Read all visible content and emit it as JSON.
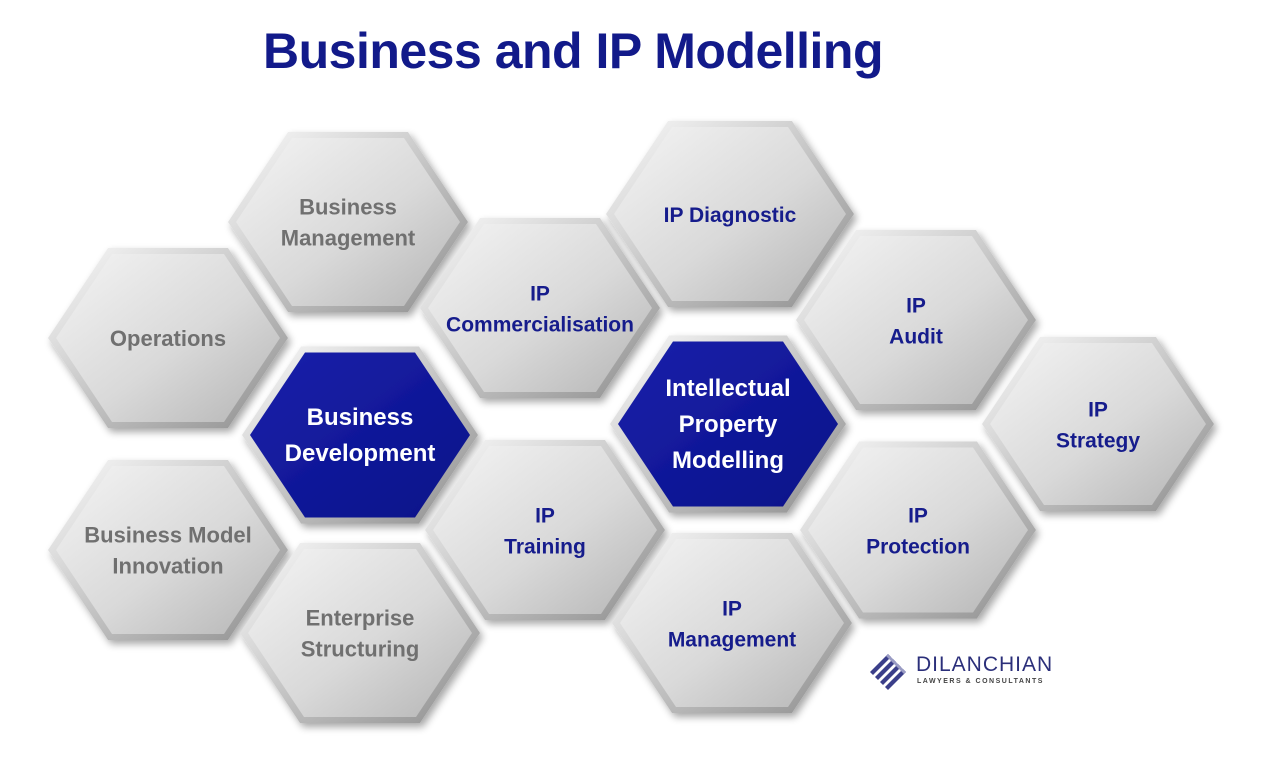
{
  "title": "Business and IP Modelling",
  "colors": {
    "title": "#121a8a",
    "center_fill": "#0c149a",
    "center_text": "#ffffff",
    "grey_text": "#707070",
    "navy_text": "#151d8c",
    "hex_light": "#eeeeee",
    "hex_dark": "#b7b7b7"
  },
  "hexagons": [
    {
      "id": "business-management",
      "lines": [
        "Business",
        "Management"
      ],
      "style": "grey"
    },
    {
      "id": "operations",
      "lines": [
        "Operations"
      ],
      "style": "grey"
    },
    {
      "id": "business-development",
      "lines": [
        "Business",
        "Development"
      ],
      "style": "center"
    },
    {
      "id": "business-model-innovation",
      "lines": [
        "Business Model",
        "Innovation"
      ],
      "style": "grey"
    },
    {
      "id": "enterprise-structuring",
      "lines": [
        "Enterprise",
        "Structuring"
      ],
      "style": "grey"
    },
    {
      "id": "ip-commercialisation",
      "lines": [
        "IP",
        "Commercialisation"
      ],
      "style": "navy"
    },
    {
      "id": "ip-training",
      "lines": [
        "IP",
        "Training"
      ],
      "style": "navy"
    },
    {
      "id": "ip-diagnostic",
      "lines": [
        "IP Diagnostic"
      ],
      "style": "navy"
    },
    {
      "id": "intellectual-property-modelling",
      "lines": [
        "Intellectual",
        "Property",
        "Modelling"
      ],
      "style": "center"
    },
    {
      "id": "ip-management",
      "lines": [
        "IP",
        "Management"
      ],
      "style": "navy"
    },
    {
      "id": "ip-audit",
      "lines": [
        "IP",
        "Audit"
      ],
      "style": "navy"
    },
    {
      "id": "ip-protection",
      "lines": [
        "IP",
        "Protection"
      ],
      "style": "navy"
    },
    {
      "id": "ip-strategy",
      "lines": [
        "IP",
        "Strategy"
      ],
      "style": "navy"
    }
  ],
  "logo": {
    "name": "DILANCHIAN",
    "tagline": "LAWYERS & CONSULTANTS",
    "icon": "dilanchian-diamond-logo-icon"
  }
}
